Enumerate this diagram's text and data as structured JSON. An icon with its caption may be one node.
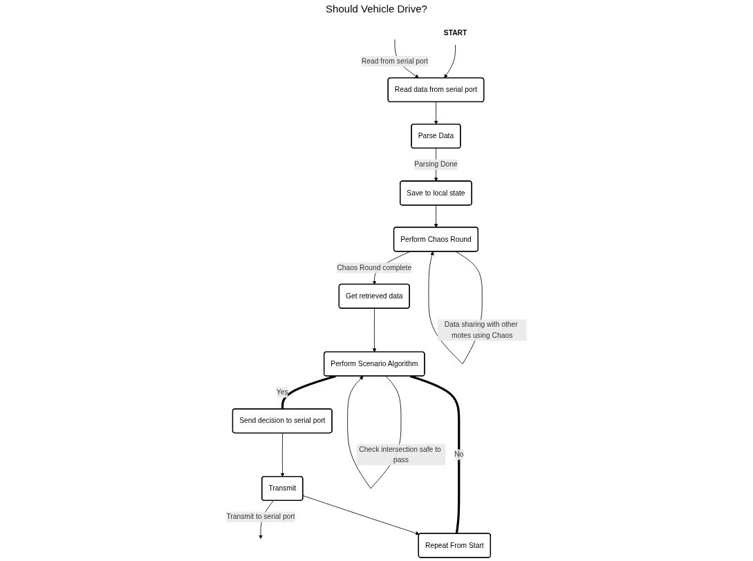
{
  "diagram": {
    "nodes": [
      {
        "text": [
          "START"
        ]
      },
      {
        "text": [
          "Read data from serial port"
        ]
      },
      {
        "text": [
          "Parse Data"
        ]
      },
      {
        "text": [
          "Save to local state"
        ]
      },
      {
        "text": [
          "Perform Chaos Round"
        ]
      },
      {
        "text": [
          "Get retrieved data"
        ]
      },
      {
        "text": [
          "Perform Scenario Algorithm"
        ]
      },
      {
        "text": [
          "Send decision to serial port"
        ]
      },
      {
        "text": [
          "Repeat From Start"
        ]
      },
      {
        "text": [
          "Transmit"
        ]
      }
    ],
    "edges": [
      {
        "from": 0,
        "to": 1,
        "arrow": "to"
      },
      {
        "from": 1,
        "to": 2,
        "arrow": "to"
      },
      {
        "from": 2,
        "to": 3,
        "arrow": "to",
        "label": "Parsing Done"
      },
      {
        "from": 3,
        "to": 4,
        "arrow": "to"
      },
      {
        "from": 4,
        "to": 4,
        "arrow": "to",
        "label": "Data sharing with other motes using Chaos"
      },
      {
        "from": 4,
        "to": 5,
        "arrow": "to",
        "label": "Chaos Round complete"
      },
      {
        "from": 5,
        "to": 6,
        "arrow": "to"
      },
      {
        "from": 6,
        "to": 6,
        "arrow": "to",
        "label": "Check intersection safe to pass"
      },
      {
        "from": 6,
        "to": 7,
        "arrow": "none",
        "label": "Yes",
        "style": "thick"
      },
      {
        "from": 6,
        "to": 8,
        "arrow": "none",
        "label": "No",
        "style": "thick"
      },
      {
        "from": 7,
        "to": 9,
        "arrow": "to"
      },
      {
        "from": 9,
        "to": null,
        "arrow": "to",
        "label": "Transmit to serial port"
      },
      {
        "from": null,
        "to": 1,
        "arrow": "to",
        "label": "Read from serial port"
      },
      {
        "from": 9,
        "to": 8,
        "arrow": "to"
      }
    ],
    "labels": [
      "Should Vehicle Drive?"
    ]
  }
}
